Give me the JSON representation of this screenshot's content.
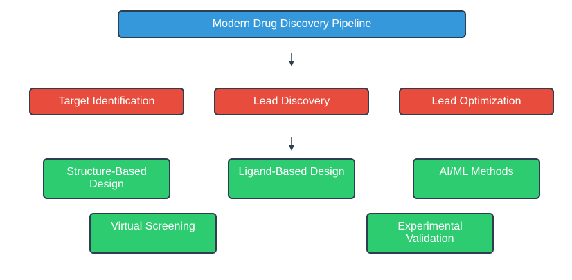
{
  "title": "Modern Drug Discovery Pipeline",
  "stages": [
    "Target Identification",
    "Lead Discovery",
    "Lead Optimization"
  ],
  "methods": [
    "Structure-Based\nDesign",
    "Ligand-Based Design",
    "AI/ML Methods"
  ],
  "outputs": [
    "Virtual Screening",
    "Experimental\nValidation"
  ],
  "colors": {
    "title_box": "#3498db",
    "stage_box": "#e74c3c",
    "method_box": "#2ecc71",
    "border": "#2c3e50"
  }
}
